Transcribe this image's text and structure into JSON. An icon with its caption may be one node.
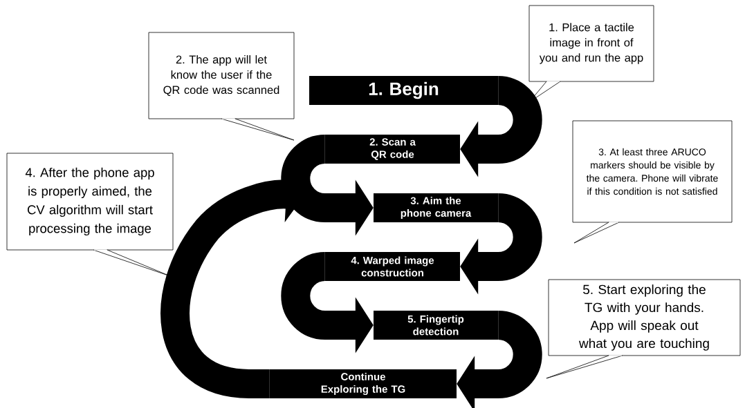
{
  "diagram": {
    "nodes": [
      {
        "text": [
          "1. Begin"
        ]
      },
      {
        "text": [
          "2. Scan a QR code"
        ]
      },
      {
        "text": [
          "3. Aim the phone camera"
        ]
      },
      {
        "text": [
          "4. Warped image construction"
        ]
      },
      {
        "text": [
          "5. Fingertip detection"
        ]
      },
      {
        "text": [
          "Continue Exploring the TG"
        ]
      },
      {
        "text": [
          "1. Place a tactile image in front of you and run the app"
        ]
      },
      {
        "text": [
          "2. The app will let know the user if the QR code was scanned"
        ]
      },
      {
        "text": [
          "3. At least three ARUCO markers should be visible by the camera. Phone will vibrate if this condition is not satisfied"
        ]
      },
      {
        "text": [
          "4. After the phone app is properly aimed, the CV algorithm will start processing the image"
        ]
      },
      {
        "text": [
          "5. Start exploring the TG with your hands. App will speak out what you are touching"
        ]
      }
    ],
    "edges": [
      {
        "from": 0,
        "to": 1,
        "arrow": "to"
      },
      {
        "from": 1,
        "to": 2,
        "arrow": "to"
      },
      {
        "from": 2,
        "to": 3,
        "arrow": "to"
      },
      {
        "from": 3,
        "to": 4,
        "arrow": "to"
      },
      {
        "from": 4,
        "to": 5,
        "arrow": "to"
      },
      {
        "from": 5,
        "to": null,
        "arrow": "to"
      }
    ]
  }
}
